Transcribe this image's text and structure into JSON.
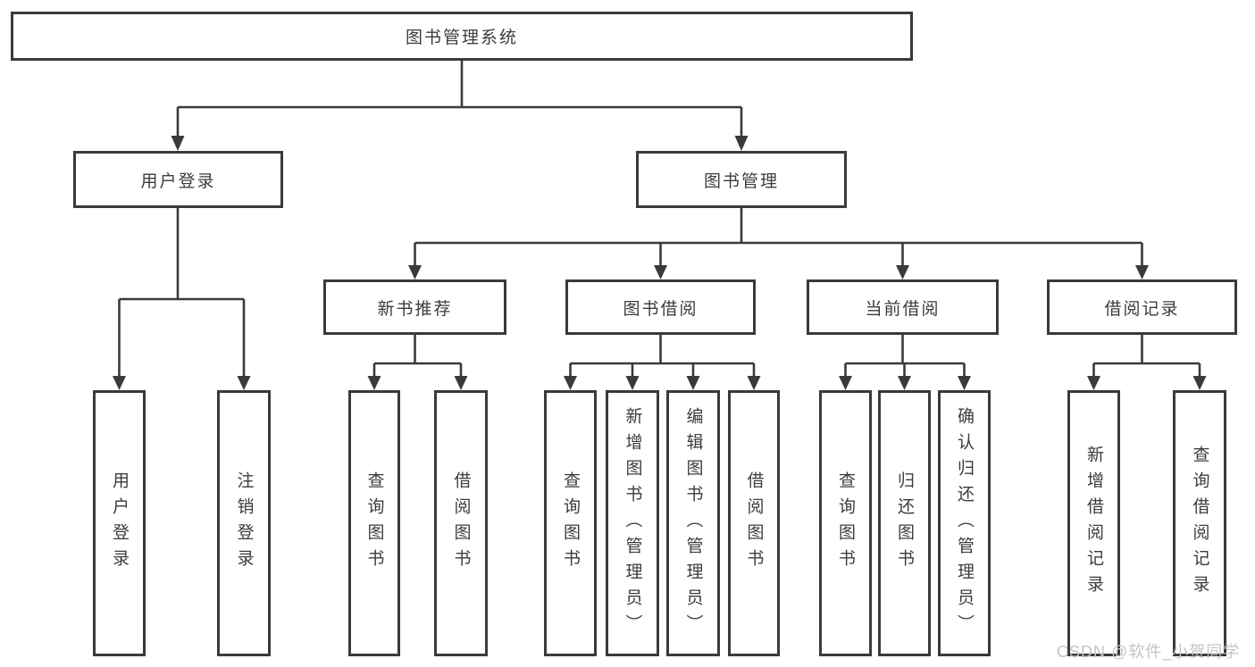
{
  "diagram": {
    "title": "图书管理系统",
    "colors": {
      "line": "#3a3a3a",
      "box_border": "#3a3a3a",
      "text": "#3c3c3c",
      "background": "#ffffff",
      "watermark": "#c4c4c6"
    },
    "nodes": {
      "root": {
        "label": "图书管理系统"
      },
      "user_login": {
        "label": "用户登录"
      },
      "book_mgmt": {
        "label": "图书管理"
      },
      "new_book_rec": {
        "label": "新书推荐"
      },
      "book_borrow": {
        "label": "图书借阅"
      },
      "current_borrow": {
        "label": "当前借阅"
      },
      "borrow_records": {
        "label": "借阅记录"
      },
      "leaf_user_login": {
        "label": "用户登录"
      },
      "leaf_logout": {
        "label": "注销登录"
      },
      "leaf_query_book_1": {
        "label": "查询图书"
      },
      "leaf_borrow_book_1": {
        "label": "借阅图书"
      },
      "leaf_query_book_2": {
        "label": "查询图书"
      },
      "leaf_add_book": {
        "label": "新增图书（管理员）"
      },
      "leaf_edit_book": {
        "label": "编辑图书（管理员）"
      },
      "leaf_borrow_book_2": {
        "label": "借阅图书"
      },
      "leaf_query_book_3": {
        "label": "查询图书"
      },
      "leaf_return_book": {
        "label": "归还图书"
      },
      "leaf_confirm_return": {
        "label": "确认归还（管理员）"
      },
      "leaf_add_record": {
        "label": "新增借阅记录"
      },
      "leaf_query_record": {
        "label": "查询借阅记录"
      }
    },
    "hierarchy_note": "图书管理系统 → [用户登录 → (用户登录, 注销登录)], [图书管理 → (新书推荐 → 查询图书/借阅图书), (图书借阅 → 查询图书/新增图书（管理员）/编辑图书（管理员）/借阅图书), (当前借阅 → 查询图书/归还图书/确认归还（管理员）), (借阅记录 → 新增借阅记录/查询借阅记录)]"
  },
  "watermark": {
    "text": "CSDN @软件_小贺同学"
  }
}
